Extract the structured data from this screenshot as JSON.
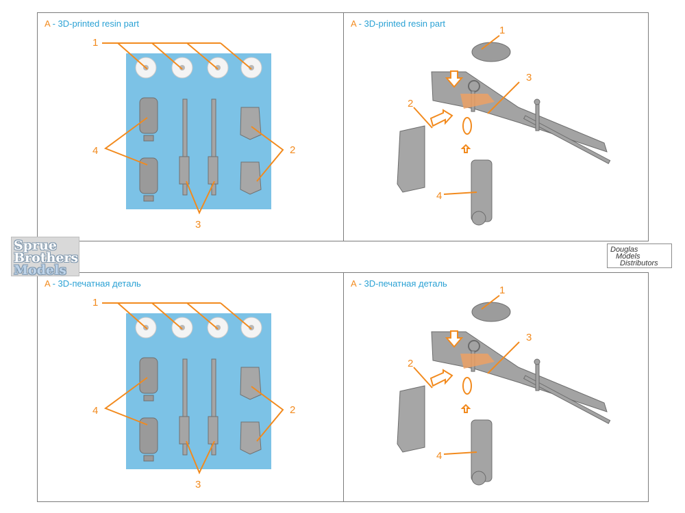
{
  "panels": [
    {
      "letter": "A",
      "title": " - 3D-printed resin part"
    },
    {
      "letter": "A",
      "title": " - 3D-printed resin part"
    },
    {
      "letter": "A",
      "title": " - 3D-печатная деталь"
    },
    {
      "letter": "A",
      "title": " - 3D-печатная деталь"
    }
  ],
  "callouts": {
    "n1": "1",
    "n2": "2",
    "n3": "3",
    "n4": "4"
  },
  "logos": {
    "sbm": [
      "Sprue",
      "Brothers",
      "Models"
    ],
    "dmd": [
      "Douglas",
      "Models",
      "Distributors"
    ]
  },
  "colors": {
    "accent_orange": "#f28a1d",
    "title_blue": "#2aa1d4",
    "sheet_blue": "#7cc2e6"
  }
}
